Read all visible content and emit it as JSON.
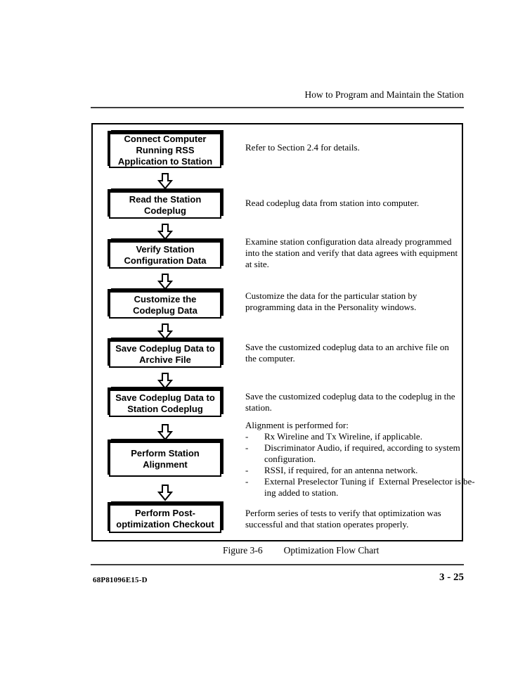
{
  "header": {
    "title": "How to Program and Maintain the Station"
  },
  "flowchart": {
    "steps": [
      {
        "label": [
          "Connect Computer",
          "Running RSS",
          "Application to Station"
        ],
        "desc": [
          "Refer to Section 2.4 for details."
        ]
      },
      {
        "label": [
          "Read the Station",
          "Codeplug"
        ],
        "desc": [
          "Read codeplug data from station into computer."
        ]
      },
      {
        "label": [
          "Verify Station",
          "Configuration Data"
        ],
        "desc": [
          "Examine station configuration data already programmed",
          "into the station and verify that data agrees with equipment",
          "at site."
        ]
      },
      {
        "label": [
          "Customize the",
          "Codeplug Data"
        ],
        "desc": [
          "Customize the data for the particular station by",
          "programming data in the Personality windows."
        ]
      },
      {
        "label": [
          "Save Codeplug Data to",
          "Archive File"
        ],
        "desc": [
          "Save the customized codeplug data to an archive file on",
          "the computer."
        ]
      },
      {
        "label": [
          "Save Codeplug Data to",
          "Station Codeplug"
        ],
        "desc": [
          "Save the customized codeplug data to the codeplug in the",
          "station."
        ]
      },
      {
        "label": [
          "Perform Station",
          "Alignment"
        ]
      },
      {
        "label": [
          "Perform Post-",
          "optimization Checkout"
        ],
        "desc": [
          "Perform series of tests to verify that optimization was",
          "successful and that station operates properly."
        ]
      }
    ],
    "alignment": {
      "intro": "Alignment is performed for:",
      "marker": "-",
      "items": [
        [
          "Rx Wireline and Tx Wireline, if applicable."
        ],
        [
          "Discriminator Audio, if required, according to system",
          "configuration."
        ],
        [
          "RSSI, if required, for an antenna network."
        ],
        [
          "External Preselector Tuning if  External Preselector is be-",
          "ing added to station."
        ]
      ]
    }
  },
  "caption": {
    "figure_label": "Figure 3-6",
    "figure_title": "Optimization Flow Chart"
  },
  "footer": {
    "doc_number": "68P81096E15-D",
    "page_number": "3 - 25"
  }
}
